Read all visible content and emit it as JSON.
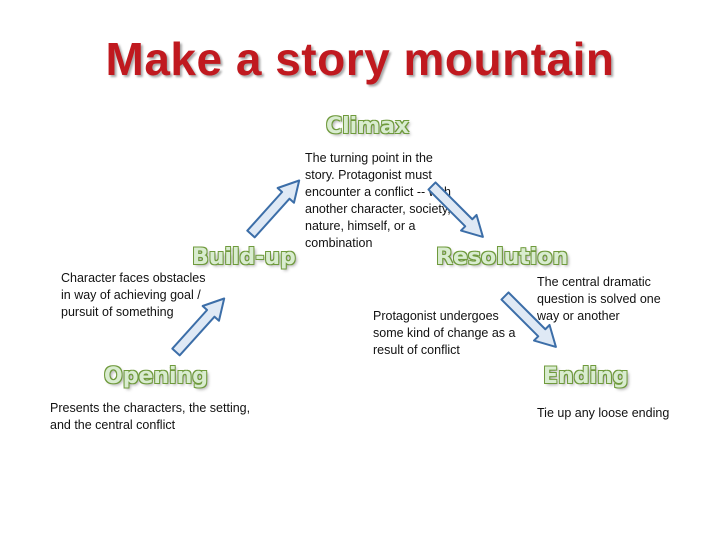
{
  "title": "Make a story mountain",
  "stages": {
    "climax": {
      "label": "Climax",
      "description": "The turning point in the story. Protagonist must encounter a conflict -- with another character, society, nature, himself, or a combination"
    },
    "buildup": {
      "label": "Build-up",
      "description": "Character faces obstacles in way of achieving goal / pursuit of something"
    },
    "resolution": {
      "label": "Resolution",
      "description": "The central dramatic question is solved one way or another"
    },
    "resolution_change": {
      "description": "Protagonist undergoes some kind of change as a result of conflict"
    },
    "opening": {
      "label": "Opening",
      "description": "Presents the characters, the setting, and the central conflict"
    },
    "ending": {
      "label": "Ending",
      "description": "Tie up any loose ending"
    }
  },
  "colors": {
    "title": "#c0191f",
    "stage_fill": "#d9ecd0",
    "stage_outline": "#6f9a3c",
    "arrow_fill": "#dfe9f5",
    "arrow_stroke": "#3c6ea8"
  }
}
